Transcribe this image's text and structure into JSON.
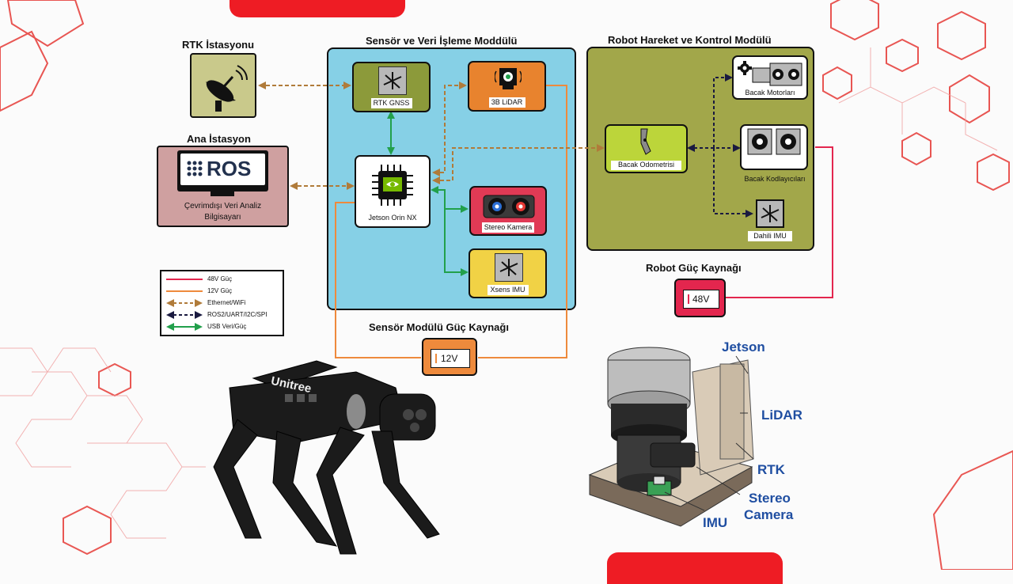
{
  "colors": {
    "accent_red": "#ee1c24",
    "power48": "#e3264e",
    "power12": "#ee8a3c",
    "ethernet": "#b07b3a",
    "ros2": "#1a1a40",
    "usb": "#22a04b",
    "sensor_module_bg": "#86d0e6",
    "robot_module_bg": "#a2a74a",
    "callout_blue": "#1f4ea1"
  },
  "titles": {
    "rtk_station": "RTK İstasyonu",
    "main_station": "Ana İstasyon",
    "sensor_module": "Sensör ve Veri İşleme Moddülü",
    "robot_module": "Robot Hareket ve Kontrol Modülü",
    "robot_power": "Robot Güç Kaynağı",
    "sensor_power": "Sensör Modülü Güç Kaynağı"
  },
  "blocks": {
    "ros_logo": "ROS",
    "offline_pc_line1": "Çevrimdışı Veri Analiz",
    "offline_pc_line2": "Bilgisayarı",
    "rtk_gnss": "RTK GNSS",
    "lidar_3d": "3B LiDAR",
    "jetson": "Jetson Orin NX",
    "stereo_camera": "Stereo Kamera",
    "xsens_imu": "Xsens IMU",
    "leg_motors": "Bacak Motorları",
    "leg_odometry": "Bacak Odometrisi",
    "leg_encoders": "Bacak Kodlayıcıları",
    "internal_imu": "Dahili IMU",
    "v48": "48V",
    "v12": "12V"
  },
  "legend": [
    {
      "label": "48V Güç",
      "color": "#e3264e",
      "style": "solid",
      "icon": "line"
    },
    {
      "label": "12V Güç",
      "color": "#ee8a3c",
      "style": "solid",
      "icon": "line"
    },
    {
      "label": "Ethernet/WiFi",
      "color": "#b07b3a",
      "style": "dashed",
      "icon": "double-arrow"
    },
    {
      "label": "ROS2/UART/I2C/SPI",
      "color": "#1a1a40",
      "style": "dashed",
      "icon": "double-arrow"
    },
    {
      "label": "USB Veri/Güç",
      "color": "#22a04b",
      "style": "solid",
      "icon": "double-arrow"
    }
  ],
  "robot": {
    "brand": "Unitree"
  },
  "callouts": {
    "jetson": "Jetson",
    "lidar": "LiDAR",
    "rtk": "RTK",
    "stereo_line1": "Stereo",
    "stereo_line2": "Camera",
    "imu": "IMU"
  }
}
